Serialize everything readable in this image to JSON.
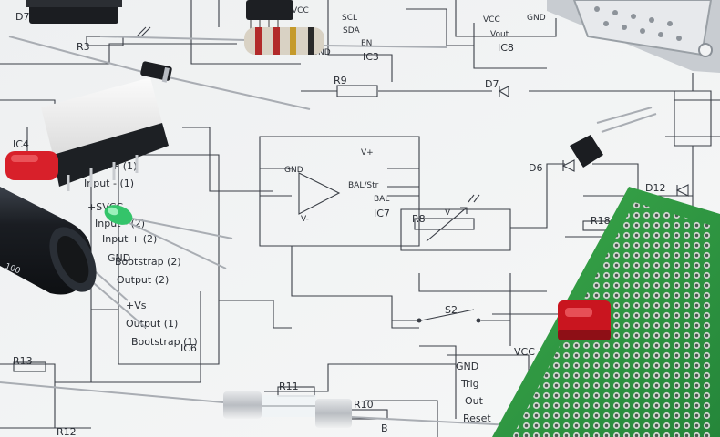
{
  "labels": {
    "d7_top": "D7",
    "r3": "R3",
    "vcc_top": "VCC",
    "scl": "SCL",
    "sda": "SDA",
    "en": "EN",
    "gnd_ic3": "GND",
    "ic3": "IC3",
    "vcc_ic8": "VCC",
    "gnd_ic8": "GND",
    "vout": "Vout",
    "ic8": "IC8",
    "r9": "R9",
    "d7": "D7",
    "ic4": "IC4",
    "input_plus_1": "Input + (1)",
    "input_minus_1": "Input - (1)",
    "svcc": "+SVCC",
    "input_minus_2": "Input - (2)",
    "input_plus_2": "Input + (2)",
    "gnd_ic6": "GND",
    "bootstrap_2": "Bootstrap (2)",
    "output_2": "Output (2)",
    "vs": "+Vs",
    "output_1": "Output (1)",
    "bootstrap_1": "Bootstrap (1)",
    "ic6": "IC6",
    "gnd_ic7": "GND",
    "vplus_ic7": "V+",
    "bal_str": "BAL/Str",
    "bal": "BAL",
    "vminus_ic7": "V-",
    "ic7": "IC7",
    "r8": "R8",
    "v_r8": "V",
    "d6": "D6",
    "d12": "D12",
    "r18": "R18",
    "s2": "S2",
    "r13": "R13",
    "r11": "R11",
    "r10": "R10",
    "r12": "R12",
    "b": "B",
    "gnd_555": "GND",
    "trig": "Trig",
    "out": "Out",
    "reset": "Reset",
    "vcc_555": "VCC",
    "battery_text": "100"
  },
  "colors": {
    "paper": "#f2f3f4",
    "ink": "#2b2f36",
    "pcb_green": "#2f9a3e",
    "red_led": "#d8202a",
    "green_led": "#34c46a",
    "capacitor": "#1c1f24"
  }
}
